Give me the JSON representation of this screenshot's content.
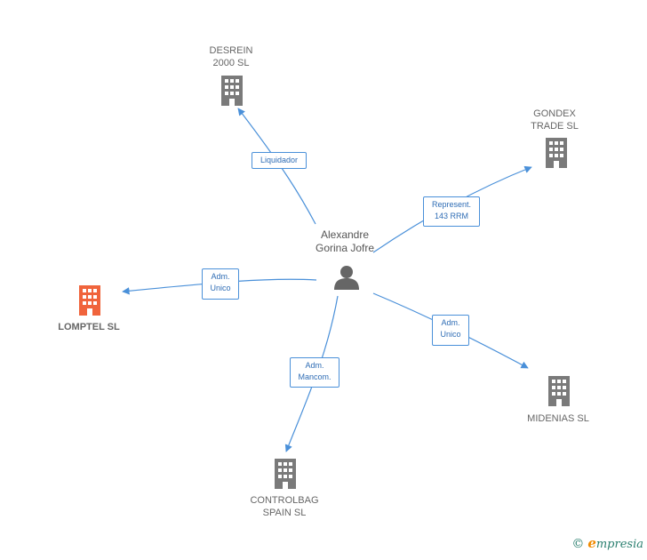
{
  "center": {
    "name": "Alexandre\nGorina Jofre",
    "icon": "person-icon"
  },
  "nodes": [
    {
      "id": "desrein",
      "name": "DESREIN\n2000  SL",
      "icon": "building-icon",
      "highlight": false
    },
    {
      "id": "gondex",
      "name": "GONDEX\nTRADE  SL",
      "icon": "building-icon",
      "highlight": false
    },
    {
      "id": "lomptel",
      "name": "LOMPTEL  SL",
      "icon": "building-icon",
      "highlight": true
    },
    {
      "id": "midenias",
      "name": "MIDENIAS  SL",
      "icon": "building-icon",
      "highlight": false
    },
    {
      "id": "controlbag",
      "name": "CONTROLBAG\nSPAIN SL",
      "icon": "building-icon",
      "highlight": false
    }
  ],
  "edges": [
    {
      "to": "desrein",
      "label": "Liquidador"
    },
    {
      "to": "gondex",
      "label": "Represent.\n143 RRM"
    },
    {
      "to": "lomptel",
      "label": "Adm.\nUnico"
    },
    {
      "to": "midenias",
      "label": "Adm.\nUnico"
    },
    {
      "to": "controlbag",
      "label": "Adm.\nMancom."
    }
  ],
  "colors": {
    "edge": "#4a90d9",
    "building": "#7a7a7a",
    "highlight": "#f0643c",
    "person": "#666666"
  },
  "footer": {
    "copyright": "©",
    "brand_initial": "e",
    "brand_rest": "mpresia"
  }
}
